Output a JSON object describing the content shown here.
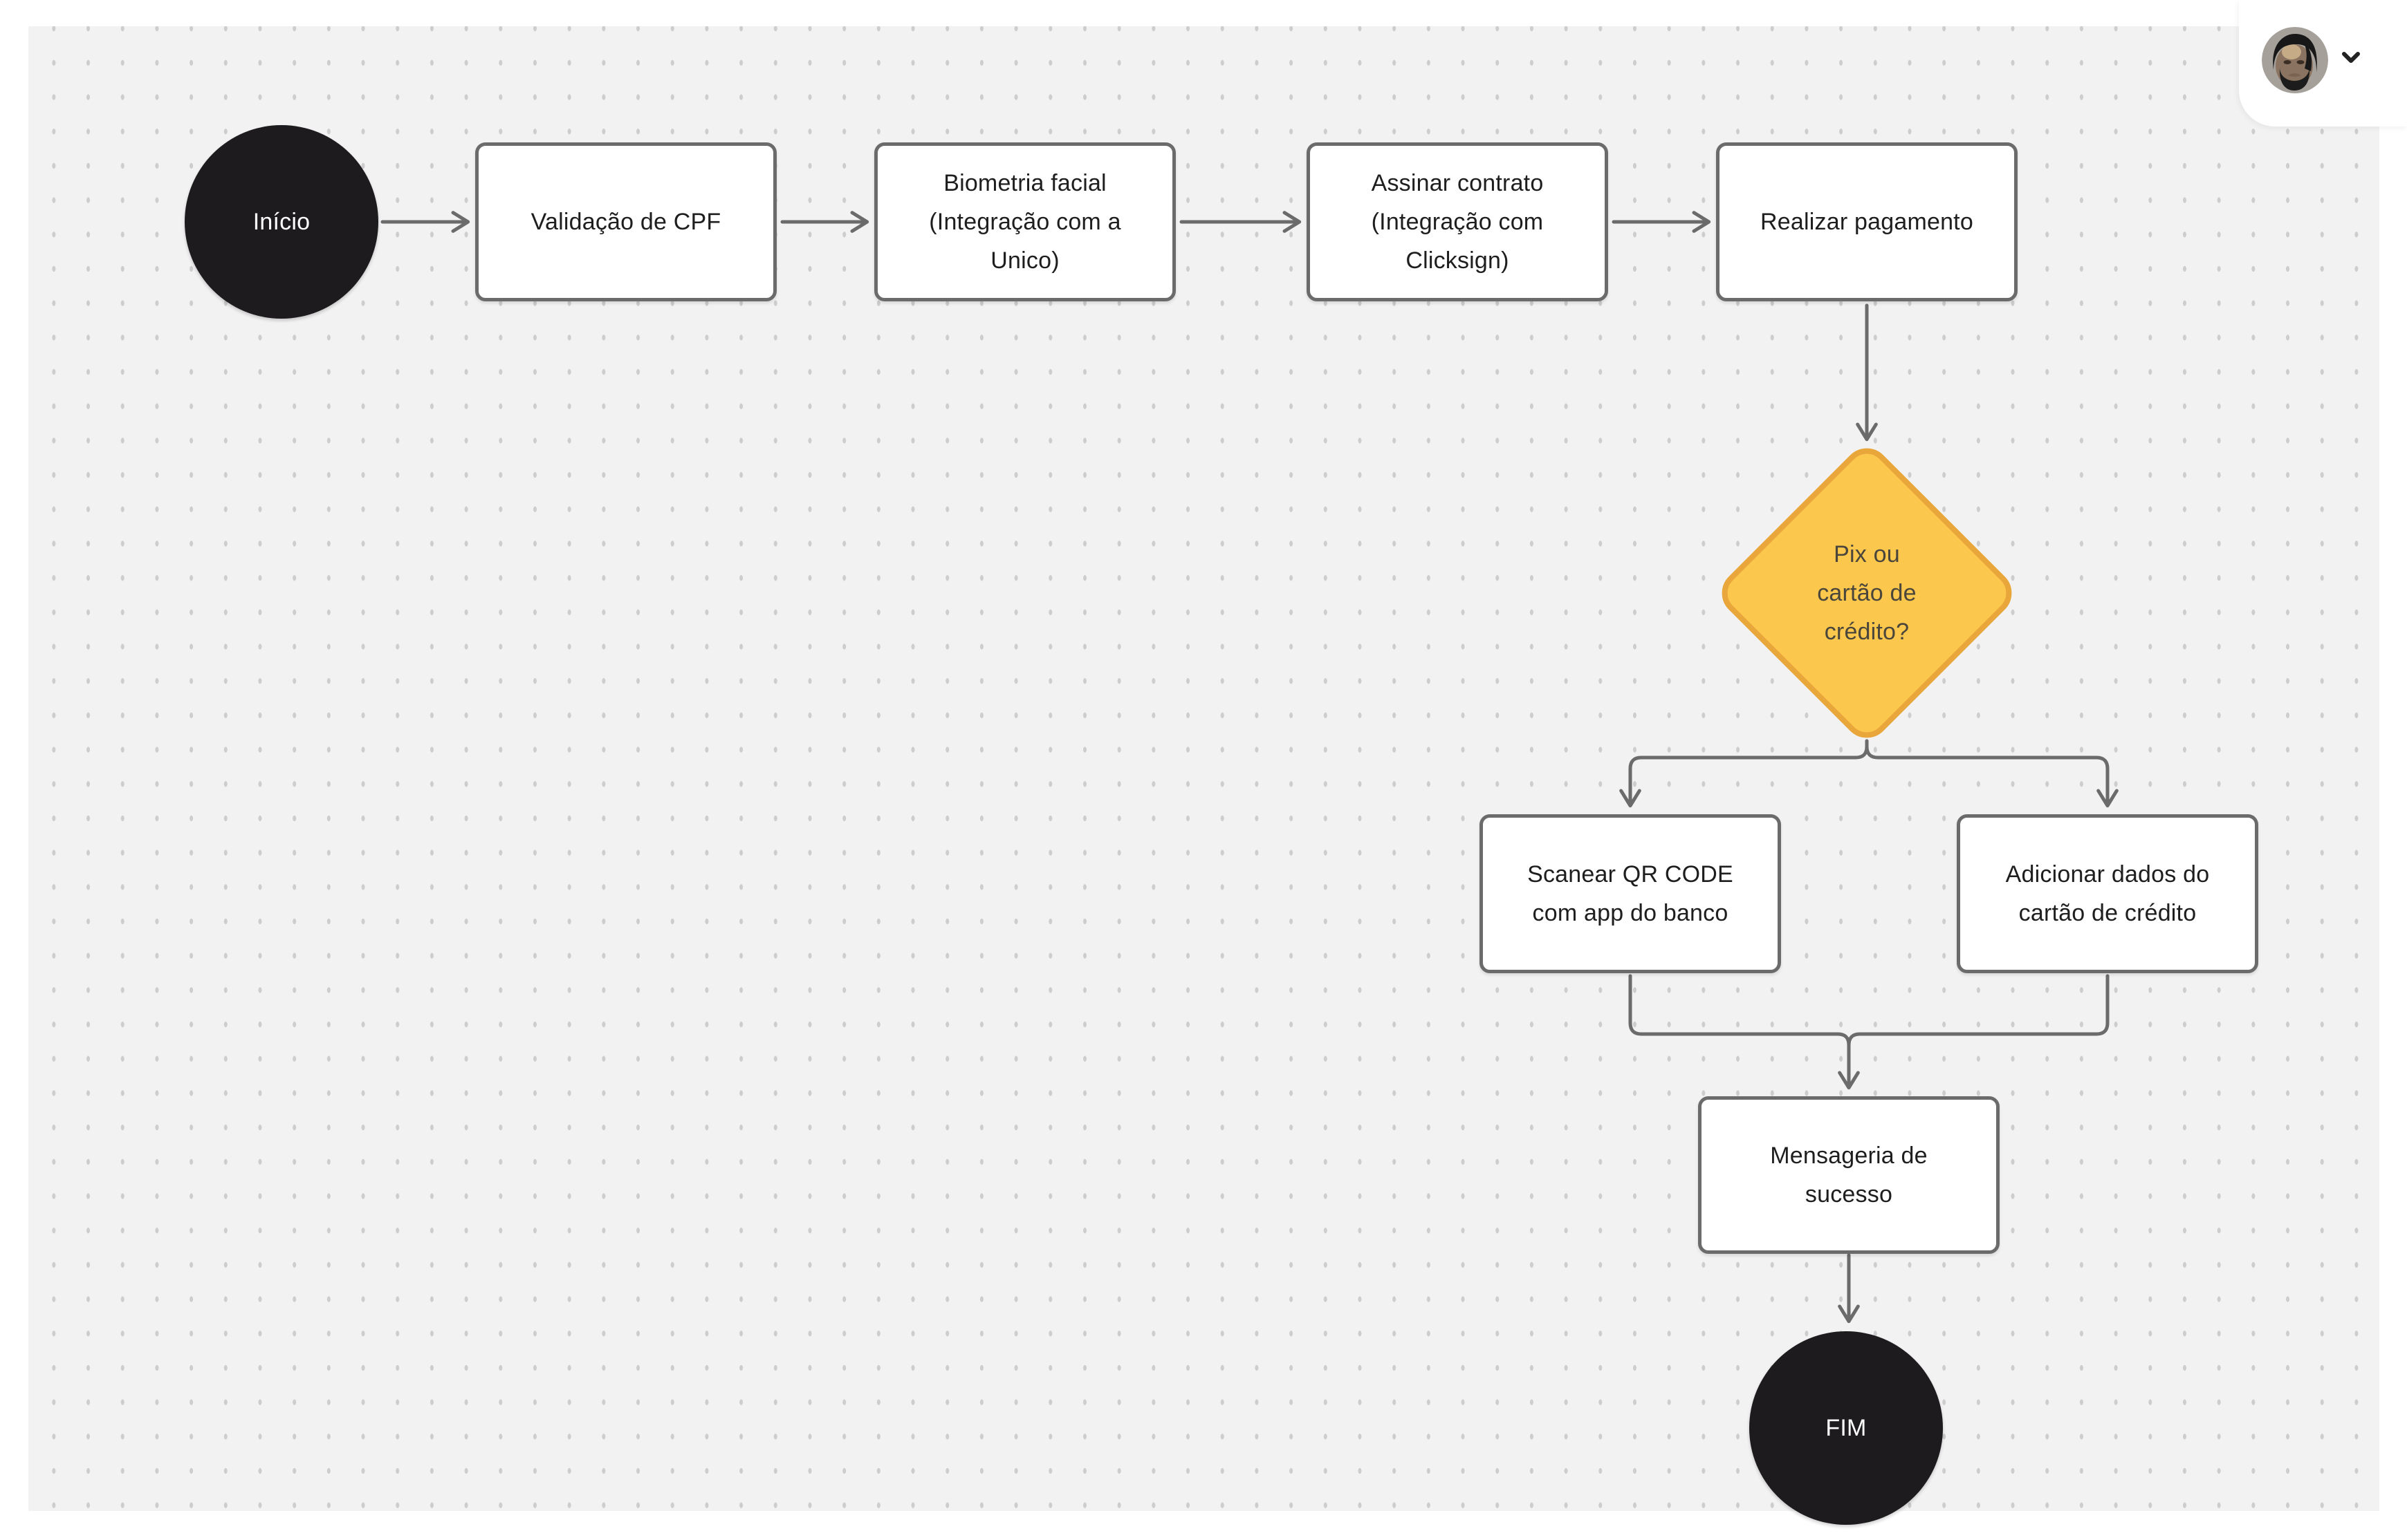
{
  "board": {
    "canvas_bg": "#F2F2F2",
    "dot_color": "#CDCDCD",
    "frame_color": "#FFFFFF",
    "edge_color": "#6B6B6B"
  },
  "account_menu": {
    "avatar_icon": "user-avatar-photo",
    "chevron_icon": "chevron-down"
  },
  "flowchart": {
    "nodes": {
      "inicio": {
        "type": "start-circle",
        "label": "Início",
        "fill": "#1D1B1E",
        "text_color": "#FFFFFF"
      },
      "validacao": {
        "type": "process",
        "label": "Validação de CPF",
        "lines": [
          "Validação de CPF"
        ]
      },
      "biometria": {
        "type": "process",
        "label": "Biometria facial (Integração com a Unico)",
        "lines": [
          "Biometria facial",
          "(Integração com a",
          "Unico)"
        ]
      },
      "assinar": {
        "type": "process",
        "label": "Assinar contrato (Integração com Clicksign)",
        "lines": [
          "Assinar contrato",
          "(Integração com",
          "Clicksign)"
        ]
      },
      "pagamento": {
        "type": "process",
        "label": "Realizar pagamento",
        "lines": [
          "Realizar pagamento"
        ]
      },
      "decisao": {
        "type": "decision",
        "label": "Pix ou cartão de crédito?",
        "lines": [
          "Pix ou",
          "cartão de",
          "crédito?"
        ],
        "fill": "#FBC74C",
        "stroke": "#E9A63B",
        "text_color": "#4A463C"
      },
      "qrcode": {
        "type": "process",
        "label": "Scanear QR CODE com app do banco",
        "lines": [
          "Scanear QR CODE",
          "com app do banco"
        ]
      },
      "cartao": {
        "type": "process",
        "label": "Adicionar dados do cartão de crédito",
        "lines": [
          "Adicionar dados do",
          "cartão de crédito"
        ]
      },
      "mensageria": {
        "type": "process",
        "label": "Mensageria de sucesso",
        "lines": [
          "Mensageria de",
          "sucesso"
        ]
      },
      "fim": {
        "type": "end-circle",
        "label": "FIM",
        "fill": "#1D1B1E",
        "text_color": "#FFFFFF"
      }
    },
    "edges": [
      {
        "from": "inicio",
        "to": "validacao"
      },
      {
        "from": "validacao",
        "to": "biometria"
      },
      {
        "from": "biometria",
        "to": "assinar"
      },
      {
        "from": "assinar",
        "to": "pagamento"
      },
      {
        "from": "pagamento",
        "to": "decisao"
      },
      {
        "from": "decisao",
        "to": "qrcode"
      },
      {
        "from": "decisao",
        "to": "cartao"
      },
      {
        "from": "qrcode",
        "to": "mensageria"
      },
      {
        "from": "cartao",
        "to": "mensageria"
      },
      {
        "from": "mensageria",
        "to": "fim"
      }
    ]
  }
}
